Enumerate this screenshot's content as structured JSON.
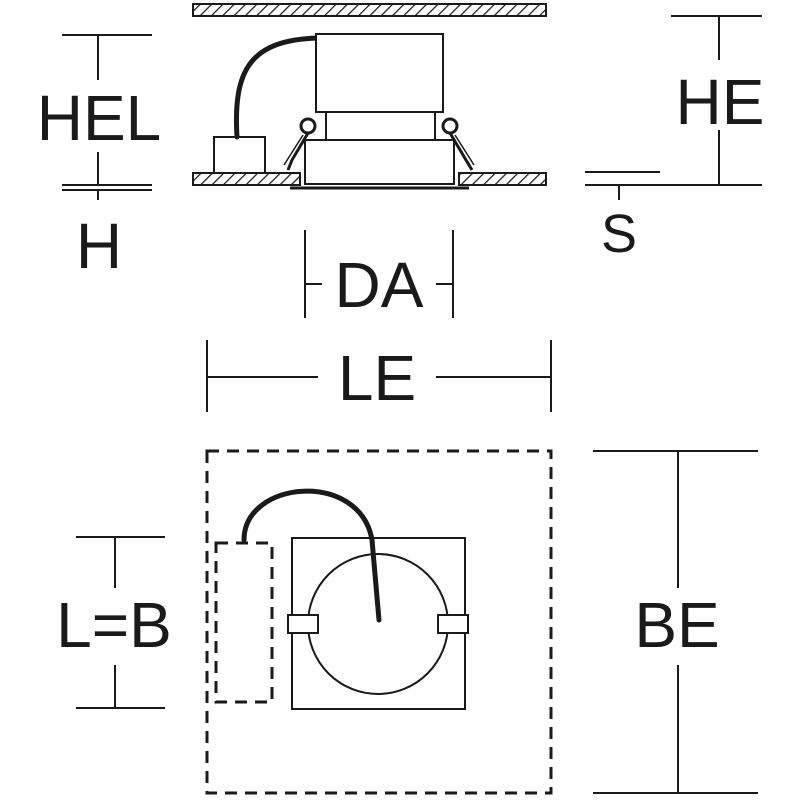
{
  "labels": {
    "hel": "HEL",
    "h": "H",
    "he": "HE",
    "s": "S",
    "da": "DA",
    "le": "LE",
    "lb": "L=B",
    "be": "BE"
  }
}
